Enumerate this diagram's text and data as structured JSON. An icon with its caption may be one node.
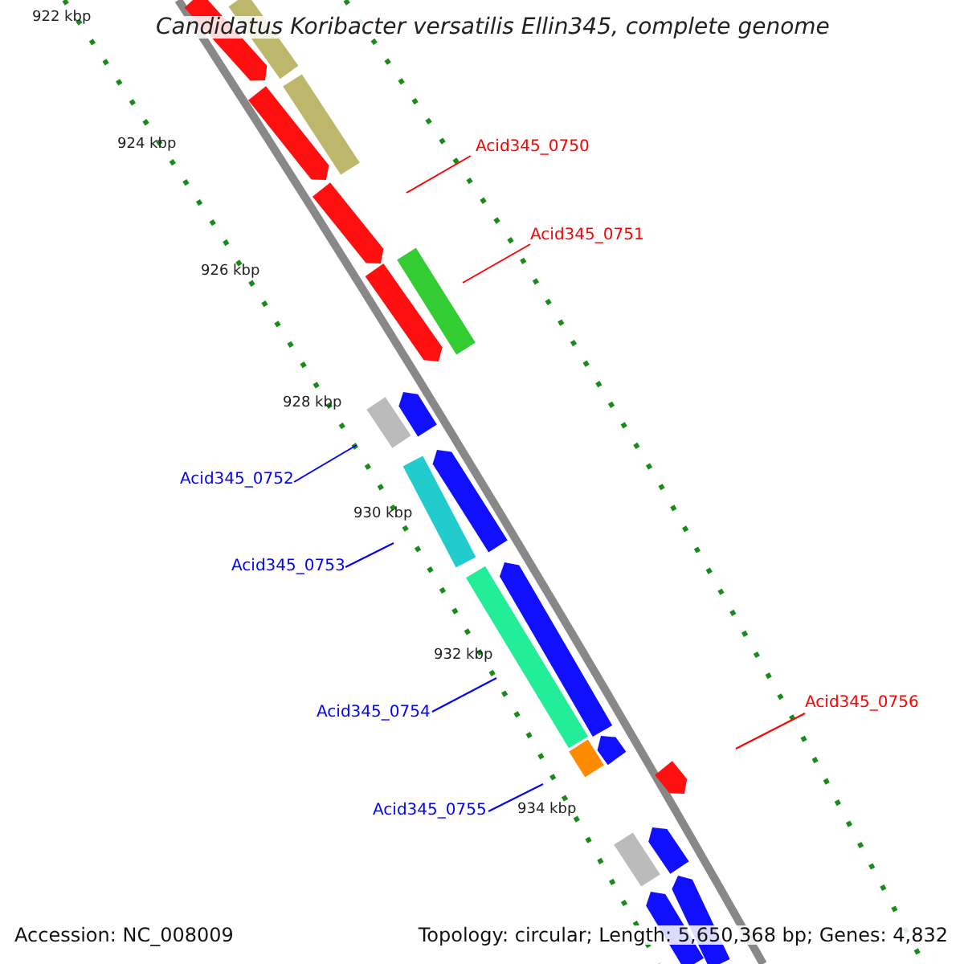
{
  "diagram": {
    "title": "Candidatus Koribacter versatilis Ellin345, complete genome",
    "nodes": [
      {
        "text": [
          "Acid345_0750"
        ]
      },
      {
        "text": [
          "Acid345_0751"
        ]
      },
      {
        "text": [
          "Acid345_0752"
        ]
      },
      {
        "text": [
          "Acid345_0753"
        ]
      },
      {
        "text": [
          "Acid345_0754"
        ]
      },
      {
        "text": [
          "Acid345_0755"
        ]
      },
      {
        "text": [
          "Acid345_0756"
        ]
      }
    ],
    "edges": [
      {
        "from": 0,
        "to": null,
        "arrow": "none",
        "color": "#ff0000"
      },
      {
        "from": 1,
        "to": null,
        "arrow": "none",
        "color": "#ff0000"
      },
      {
        "from": 2,
        "to": null,
        "arrow": "none"
      },
      {
        "from": 3,
        "to": null,
        "arrow": "none"
      },
      {
        "from": 4,
        "to": null,
        "arrow": "none"
      },
      {
        "from": 5,
        "to": null,
        "arrow": "none"
      },
      {
        "from": 6,
        "to": null,
        "arrow": "none",
        "color": "#ff0000"
      }
    ],
    "labels": [
      "922 kbp",
      "924 kbp",
      "926 kbp",
      "928 kbp",
      "930 kbp",
      "932 kbp",
      "934 kbp",
      "Accession: NC_008009",
      "Topology: circular; Length: 5,650,368 bp; Genes: 4,832"
    ]
  }
}
